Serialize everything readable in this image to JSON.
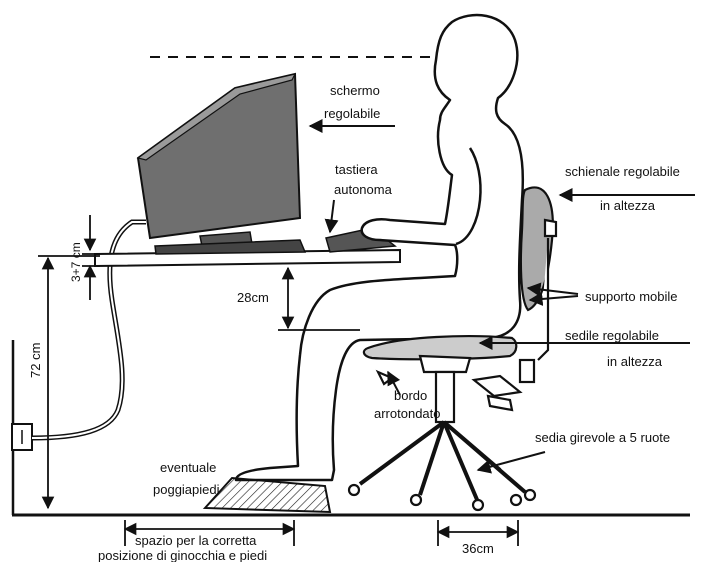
{
  "labels": {
    "schermo_1": "schermo",
    "schermo_2": "regolabile",
    "tastiera_1": "tastiera",
    "tastiera_2": "autonoma",
    "schienale_1": "schienale regolabile",
    "schienale_2": "in altezza",
    "supporto": "supporto mobile",
    "sedile_1": "sedile regolabile",
    "sedile_2": "in altezza",
    "bordo_1": "bordo",
    "bordo_2": "arrotondato",
    "sedia": "sedia girevole a 5 ruote",
    "poggiapiedi_1": "eventuale",
    "poggiapiedi_2": "poggiapiedi",
    "spazio_1": "spazio per la corretta",
    "spazio_2": "posizione di ginocchia e piedi"
  },
  "measures": {
    "desk_height": "72 cm",
    "keyboard_gap": "3+7 cm",
    "thigh_clearance": "28cm",
    "chair_base": "36cm"
  }
}
